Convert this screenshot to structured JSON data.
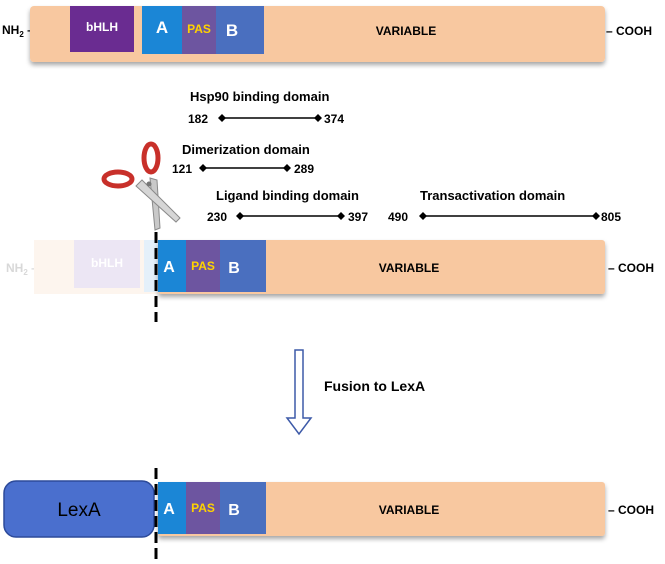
{
  "bar1": {
    "nh2": "NH",
    "nh2_sub": "2",
    "cooh": "COOH",
    "segments": {
      "bhlh": "bHLH",
      "a": "A",
      "pas": "PAS",
      "b": "B",
      "variable": "VARIABLE"
    }
  },
  "ranges": {
    "hsp90": {
      "title": "Hsp90 binding domain",
      "start": "182",
      "end": "374"
    },
    "dimer": {
      "title": "Dimerization domain",
      "start": "121",
      "end": "289"
    },
    "ligand": {
      "title": "Ligand binding domain",
      "start": "230",
      "end": "397"
    },
    "transact": {
      "title": "Transactivation domain",
      "start": "490",
      "end": "805"
    }
  },
  "bar2": {
    "nh2": "NH",
    "nh2_sub": "2",
    "cooh": "COOH",
    "segments": {
      "bhlh": "bHLH",
      "a": "A",
      "pas": "PAS",
      "b": "B",
      "variable": "VARIABLE"
    }
  },
  "fusion": {
    "label": "Fusion to LexA"
  },
  "bar3": {
    "lexa": "LexA",
    "cooh": "COOH",
    "segments": {
      "a": "A",
      "pas": "PAS",
      "b": "B",
      "variable": "VARIABLE"
    }
  },
  "colors": {
    "variable": "#f8c8a0",
    "bhlh": "#6a2c91",
    "a": "#1b86d6",
    "pas": "#6d55a0",
    "pas_text": "#ffd200",
    "b": "#4a6fbf",
    "lexa": "#4a6fce",
    "scissors_handle": "#c8302a"
  },
  "icons": [
    "scissors-icon",
    "down-arrow-icon",
    "cut-line"
  ]
}
